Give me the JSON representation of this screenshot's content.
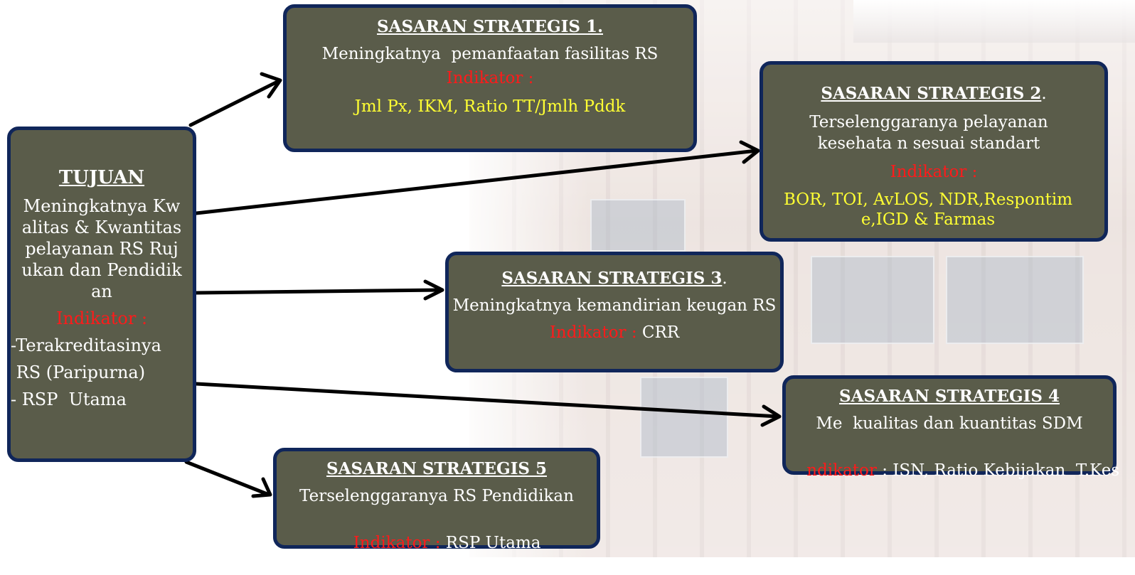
{
  "tujuan": {
    "title": "TUJUAN",
    "body": "Meningkatnya Kw alitas & Kwantitas pelayanan RS Ruj ukan dan Pendidik an",
    "indikator_label": "Indikator :",
    "items": [
      "-Terakreditasinya",
      " RS (Paripurna)",
      "- RSP  Utama"
    ]
  },
  "ss1": {
    "title": "SASARAN STRATEGIS 1.",
    "desc": "Meningkatnya  pemanfaatan fasilitas RS",
    "indikator_label": "Indikator :",
    "indikator_value": "Jml Px, IKM, Ratio TT/Jmlh Pddk"
  },
  "ss2": {
    "title": "SASARAN STRATEGIS 2",
    "title_suffix": ".",
    "desc": "Terselenggaranya pelayanan kesehata n sesuai standart",
    "indikator_label": "Indikator :",
    "indikator_value": "BOR, TOI, AvLOS, NDR,Respontim e,IGD & Farmas"
  },
  "ss3": {
    "title": "SASARAN STRATEGIS 3",
    "title_suffix": ".",
    "desc": "Meningkatnya kemandirian keugan RS",
    "indikator_label": "Indikator :",
    "indikator_value": " CRR"
  },
  "ss4": {
    "title": "SASARAN STRATEGIS 4",
    "desc": "Me  kualitas dan kuantitas SDM",
    "indikator_label": "ndikator",
    "indikator_value": " : ISN, Ratio Kebijakan  T.Kes"
  },
  "ss5": {
    "title": "SASARAN STRATEGIS 5",
    "desc": "Terselenggaranya RS Pendidikan",
    "indikator_label": "Indikator :",
    "indikator_value": " RSP Utama"
  },
  "colors": {
    "box_fill": "#5a5c4a",
    "box_border": "#10265a",
    "indikator_label": "#ff1a1a",
    "indikator_value_highlight": "#ffff33",
    "arrow": "#000000"
  }
}
